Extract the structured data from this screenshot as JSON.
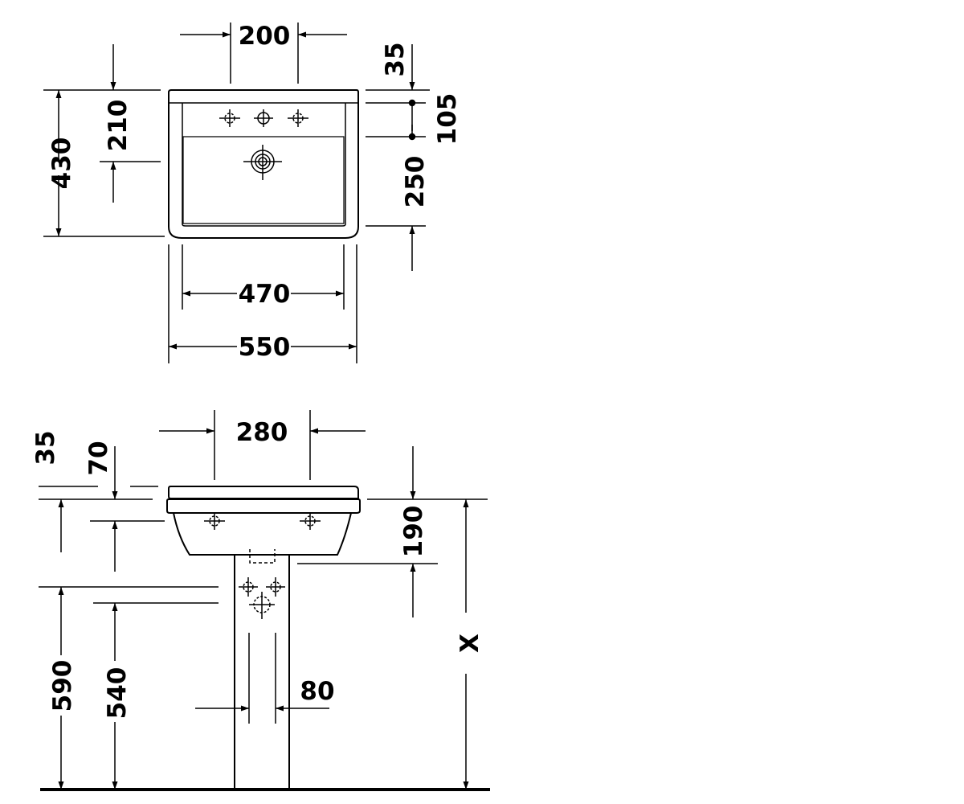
{
  "colors": {
    "line": "#000000",
    "background": "#ffffff"
  },
  "top_view": {
    "dims": {
      "tap_spacing": "200",
      "rim_depth": "35",
      "tap_to_waste": "105",
      "front_to_taps": "210",
      "overall_depth": "430",
      "waste_to_front": "250",
      "bowl_width": "470",
      "overall_width": "550"
    }
  },
  "side_view": {
    "dims": {
      "fixing_spacing": "280",
      "rim_depth": "35",
      "fixing_drop": "70",
      "basin_height": "190",
      "mounting_height_x": "X",
      "rim_height": "590",
      "fixing_height": "540",
      "pedestal_width": "80"
    }
  }
}
